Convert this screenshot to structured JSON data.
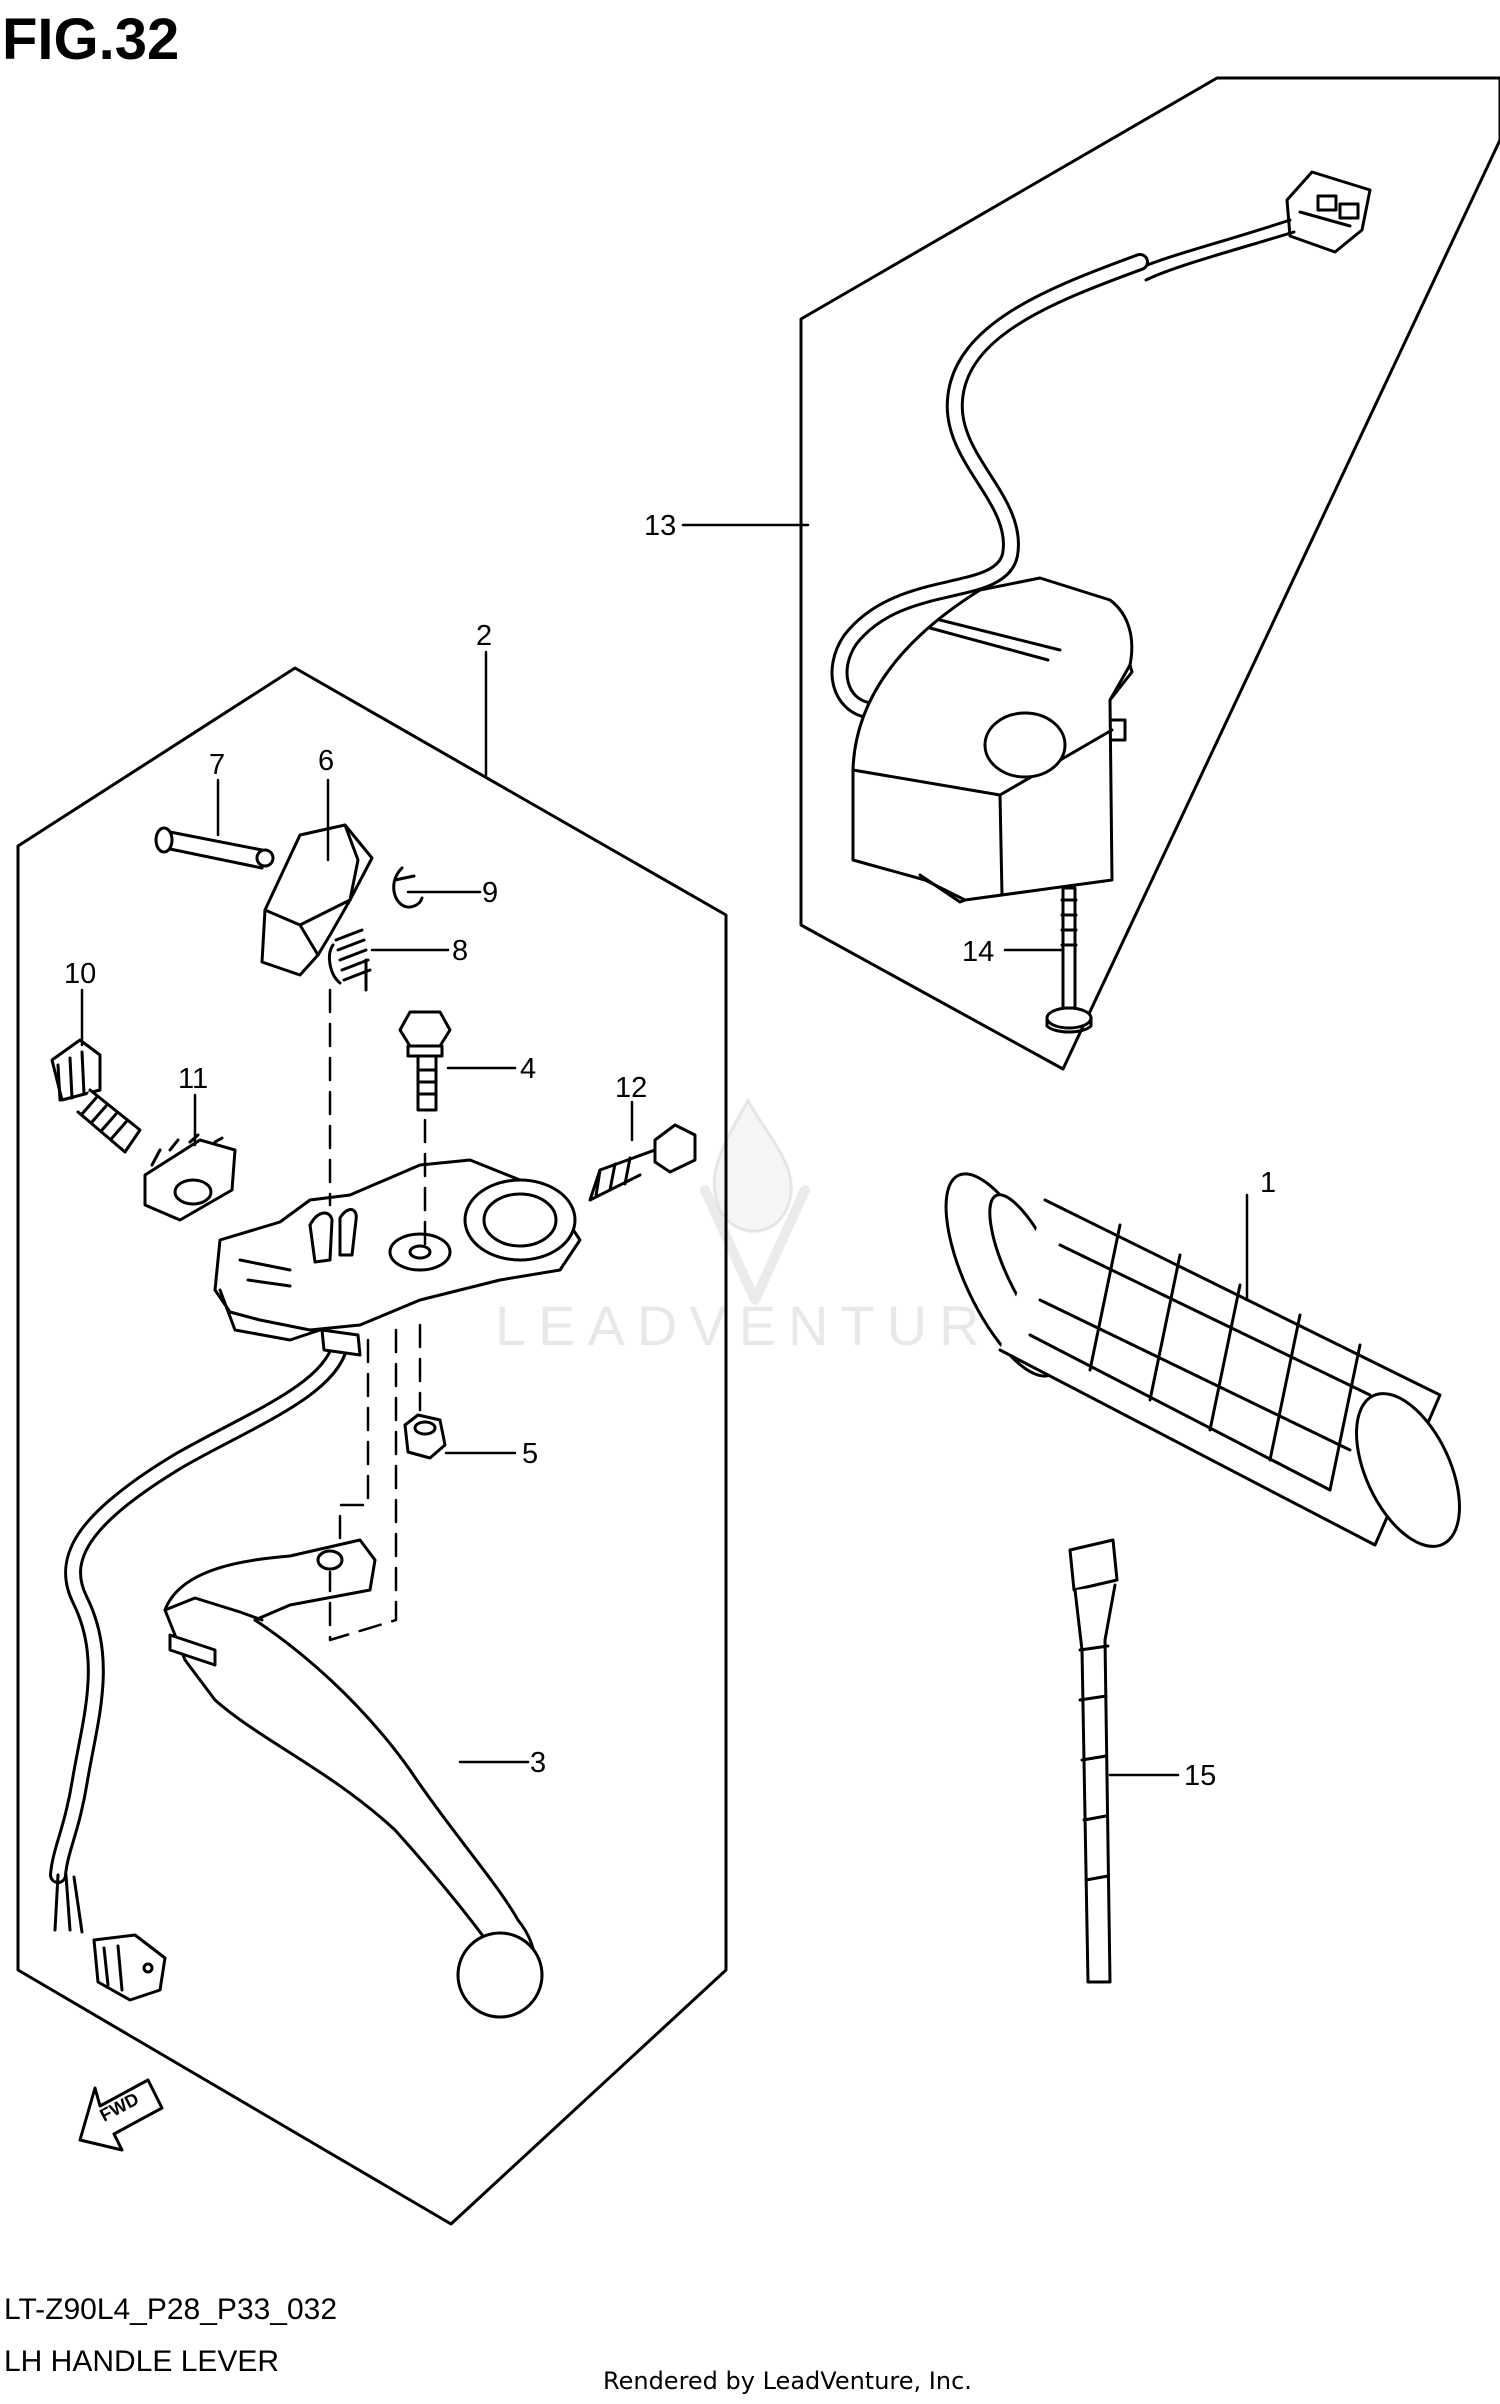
{
  "figure": {
    "title": "FIG.32",
    "model_code": "LT-Z90L4_P28_P33_032",
    "section_name": "LH HANDLE LEVER",
    "credit": "Rendered by LeadVenture, Inc.",
    "watermark": "LEADVENTURE",
    "direction_marker": "FWD"
  },
  "callouts": {
    "c1": "1",
    "c2": "2",
    "c3": "3",
    "c4": "4",
    "c5": "5",
    "c6": "6",
    "c7": "7",
    "c8": "8",
    "c9": "9",
    "c10": "10",
    "c11": "11",
    "c12": "12",
    "c13": "13",
    "c14": "14",
    "c15": "15"
  }
}
